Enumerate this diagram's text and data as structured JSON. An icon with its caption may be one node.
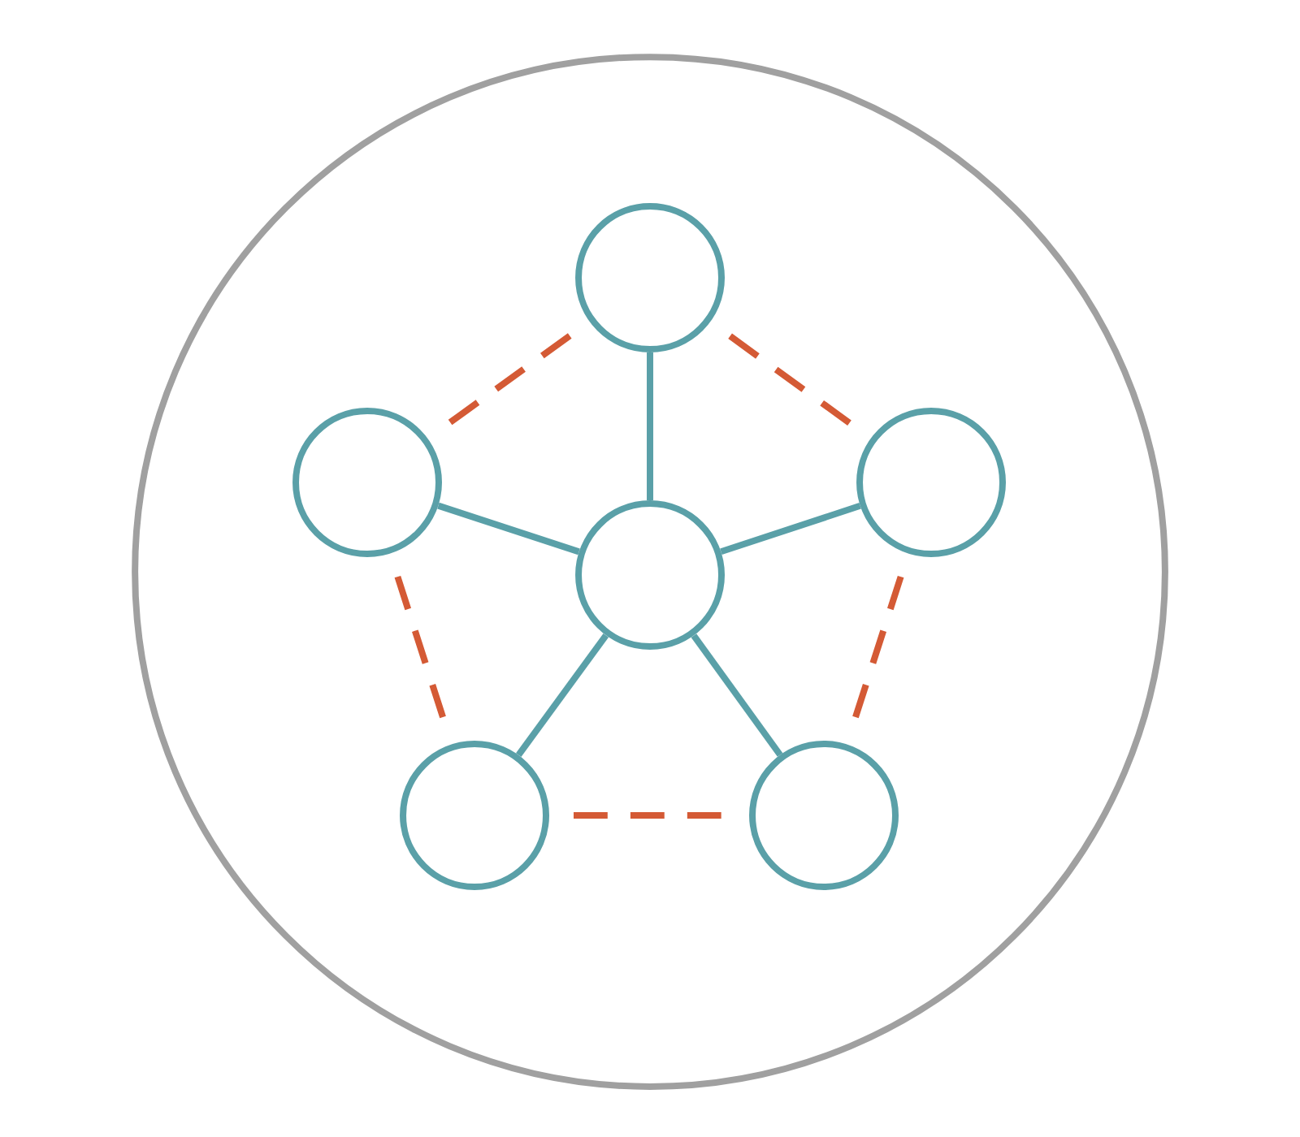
{
  "diagram": {
    "nodes": [
      {
        "text": [],
        "shape": "circle"
      },
      {
        "text": [],
        "shape": "circle",
        "in": 0
      },
      {
        "text": [],
        "shape": "circle",
        "in": 0
      },
      {
        "text": [],
        "shape": "circle",
        "in": 0
      },
      {
        "text": [],
        "shape": "circle",
        "in": 0
      },
      {
        "text": [],
        "shape": "circle",
        "in": 0
      },
      {
        "text": [],
        "shape": "circle",
        "in": 0
      }
    ],
    "edges": [
      {
        "from": 4,
        "to": 1,
        "arrow": "none"
      },
      {
        "from": 4,
        "to": 2,
        "arrow": "none"
      },
      {
        "from": 4,
        "to": 3,
        "arrow": "none"
      },
      {
        "from": 4,
        "to": 5,
        "arrow": "none"
      },
      {
        "from": 4,
        "to": 6,
        "arrow": "none"
      },
      {
        "from": 1,
        "to": 2,
        "arrow": "none",
        "style": "dashed",
        "color": "#d45a35"
      },
      {
        "from": 1,
        "to": 3,
        "arrow": "none",
        "style": "dashed",
        "color": "#d45a35"
      },
      {
        "from": 2,
        "to": 5,
        "arrow": "none",
        "style": "dashed",
        "color": "#d45a35"
      },
      {
        "from": 3,
        "to": 6,
        "arrow": "none",
        "style": "dashed",
        "color": "#d45a35"
      },
      {
        "from": 5,
        "to": 6,
        "arrow": "none",
        "style": "dashed",
        "color": "#d45a35"
      }
    ]
  }
}
